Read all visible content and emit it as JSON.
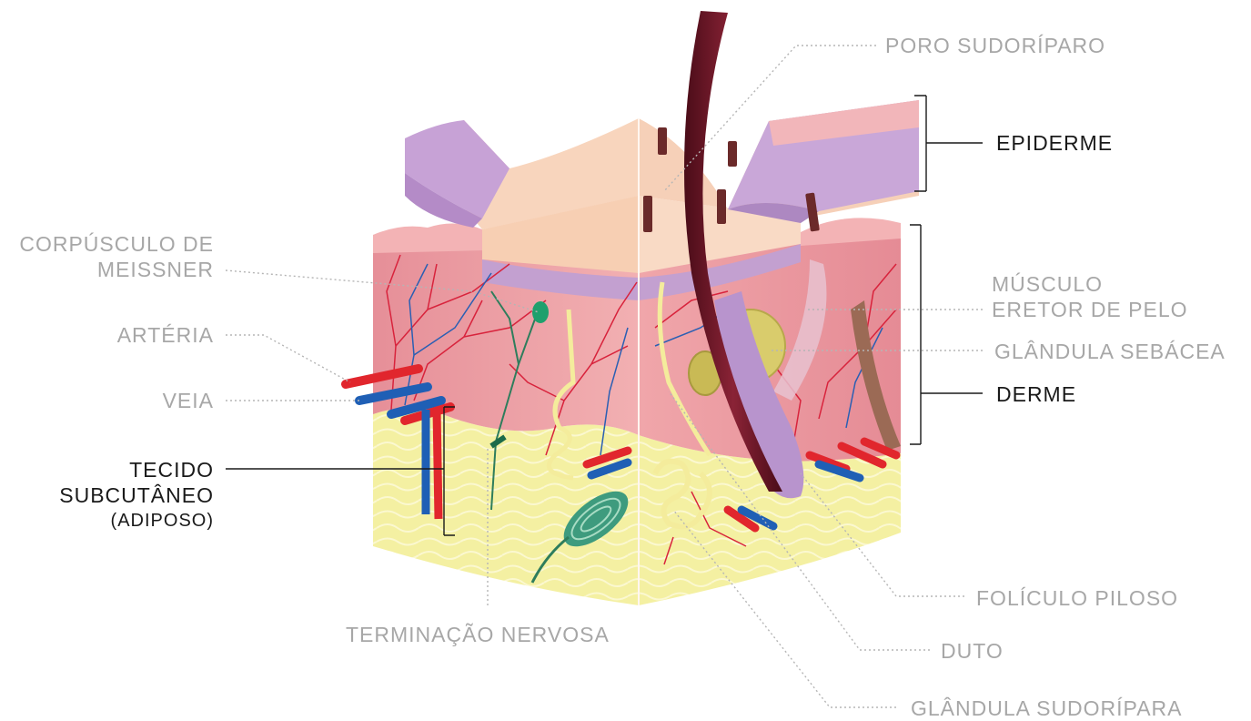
{
  "labels": {
    "poro_sudoriparo": "PORO SUDORÍPARO",
    "epiderme": "EPIDERME",
    "corpusculo_line1": "CORPÚSCULO DE",
    "corpusculo_line2": "MEISSNER",
    "arteria": "ARTÉRIA",
    "veia": "VEIA",
    "tecido_line1": "TECIDO",
    "tecido_line2": "SUBCUTÂNEO",
    "tecido_line3": "(ADIPOSO)",
    "musculo_line1": "MÚSCULO",
    "musculo_line2": "ERETOR DE PELO",
    "glandula_sebacea": "GLÂNDULA SEBÁCEA",
    "derme": "DERME",
    "foliculo_piloso": "FOLÍCULO PILOSO",
    "terminacao_nervosa": "TERMINAÇÃO NERVOSA",
    "duto": "DUTO",
    "glandula_sudoripara": "GLÂNDULA SUDORÍPARA"
  },
  "colors": {
    "epidermis": "#f6cdb2",
    "epidermis_purple": "#c8a6d4",
    "dermis": "#eea3a8",
    "subcutaneous": "#f3ef9f",
    "artery": "#e1262d",
    "vein": "#1f5fb5",
    "hair": "#6b1525",
    "nerve": "#2e8a6a",
    "gland": "#d9c96a",
    "label_gray": "#a7a7a7",
    "label_dark": "#1a1a1a",
    "leader_gray": "#b5b5b5"
  }
}
